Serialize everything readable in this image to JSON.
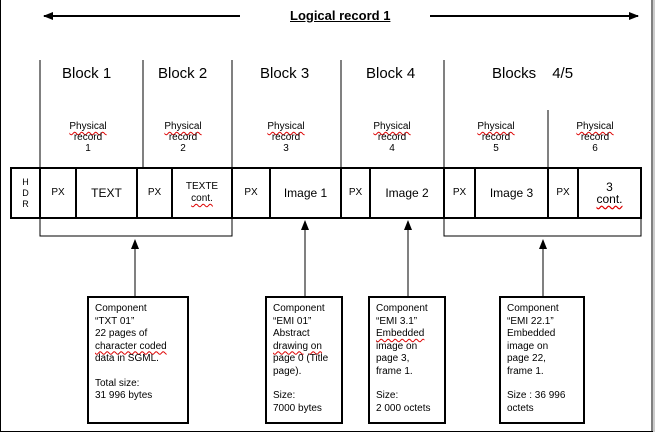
{
  "title": "Logical record 1",
  "blocks": [
    {
      "label": "Block 1"
    },
    {
      "label": "Block 2"
    },
    {
      "label": "Block 3"
    },
    {
      "label": "Block 4"
    },
    {
      "label": "Blocks",
      "suffix": "4/5"
    }
  ],
  "physical_records": [
    {
      "line1": "Physical",
      "line2": "record",
      "num": "1"
    },
    {
      "line1": "Physical",
      "line2": "record",
      "num": "2"
    },
    {
      "line1": "Physical",
      "line2": "record",
      "num": "3"
    },
    {
      "line1": "Physical",
      "line2": "record",
      "num": "4"
    },
    {
      "line1": "Physical",
      "line2": "record",
      "num": "5"
    },
    {
      "line1": "Physical",
      "line2": "record",
      "num": "6"
    }
  ],
  "cells": {
    "hdr": [
      "H",
      "D",
      "R"
    ],
    "px": "PX",
    "text": "TEXT",
    "texte_line1": "TEXTE",
    "texte_line2": "cont.",
    "image1": "Image 1",
    "image2": "Image 2",
    "image3": "Image 3",
    "cont3_line1": "3",
    "cont3_line2": "cont."
  },
  "components": [
    {
      "lines": [
        "Component",
        "“TXT 01”",
        "22 pages of",
        "character coded",
        "data in SGML.",
        "",
        "Total size:",
        "31 996 bytes"
      ]
    },
    {
      "lines": [
        "Component",
        "“EMI 01”",
        "Abstract",
        "drawing on",
        "page 0 (Title",
        "page).",
        "",
        "Size:",
        "7000 bytes"
      ]
    },
    {
      "lines": [
        "Component",
        "“EMI 3.1”",
        "Embedded",
        "image on",
        "page 3,",
        "frame 1.",
        "",
        "Size:",
        "2 000 octets"
      ]
    },
    {
      "lines": [
        "Component",
        "“EMI 22.1”",
        "Embedded",
        "image on",
        "page 22,",
        "frame 1.",
        "",
        "Size : 36 996",
        "octets"
      ]
    }
  ]
}
